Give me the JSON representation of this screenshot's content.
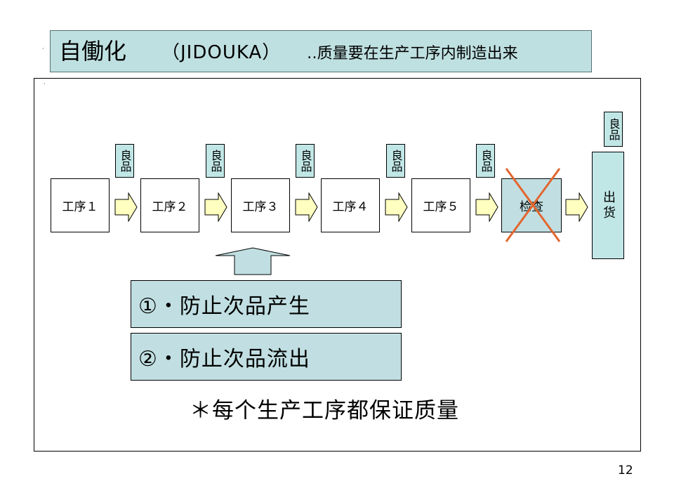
{
  "title": {
    "main": "自働化",
    "subtitle": "（JIDOUKA）",
    "note": "‥质量要在生产工序内制造出来"
  },
  "process": {
    "steps": [
      {
        "label": "工序１"
      },
      {
        "label": "工序２"
      },
      {
        "label": "工序３"
      },
      {
        "label": "工序４"
      },
      {
        "label": "工序５"
      }
    ],
    "good_tags": [
      "良品",
      "良品",
      "良品",
      "良品",
      "良品"
    ],
    "inspection": {
      "label": "检查",
      "crossed_out": true,
      "cross_color": "#e2662f"
    },
    "output_tag": "良品",
    "ship": "出货"
  },
  "points": [
    "①・防止次品产生",
    "②・防止次品流出"
  ],
  "summary": "＊每个生产工序都保证质量",
  "page_number": "12",
  "colors": {
    "box_fill": "#c1dfe2",
    "tag_fill": "#c1e6e6",
    "arrow_fill": "#ffffc0",
    "border": "#000000"
  }
}
